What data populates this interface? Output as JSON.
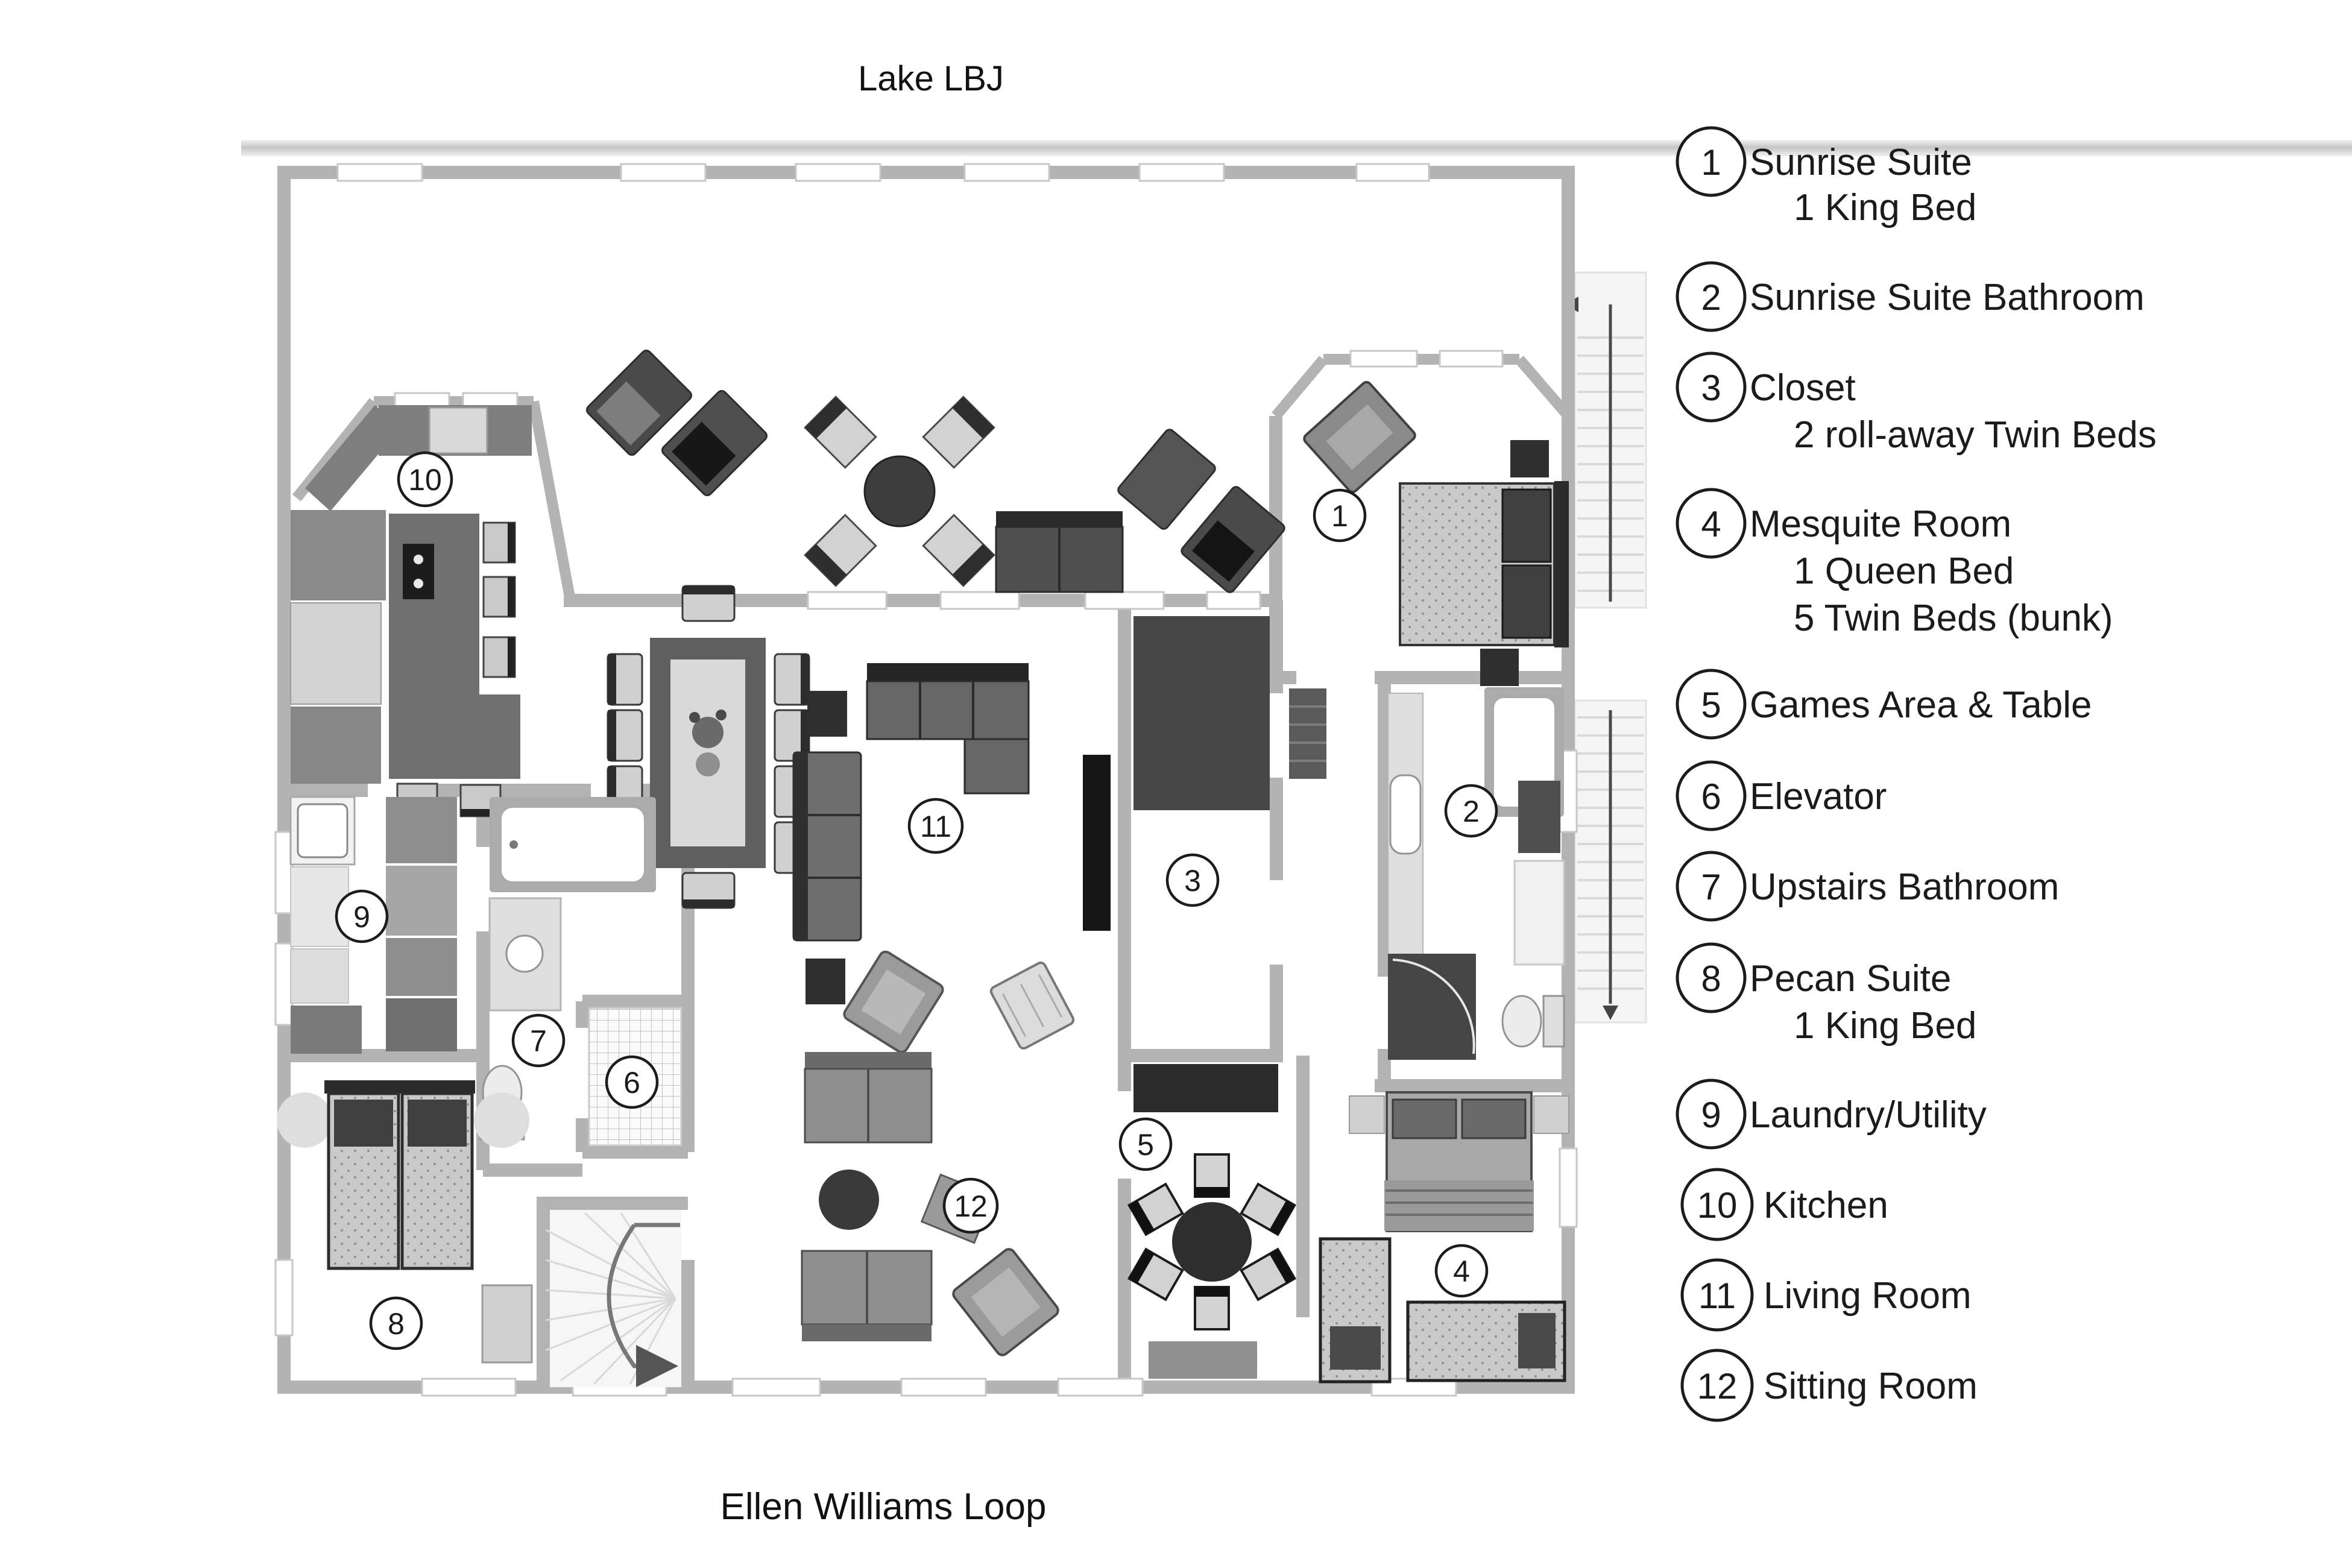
{
  "titles": {
    "top": "Lake LBJ",
    "bottom": "Ellen Williams Loop"
  },
  "legend": {
    "items": [
      {
        "number": "1",
        "label": "Sunrise Suite",
        "sub": [
          "1 King Bed"
        ]
      },
      {
        "number": "2",
        "label": "Sunrise Suite Bathroom",
        "sub": []
      },
      {
        "number": "3",
        "label": "Closet",
        "sub": [
          "2 roll-away Twin Beds"
        ]
      },
      {
        "number": "4",
        "label": "Mesquite Room",
        "sub": [
          "1 Queen Bed",
          "5 Twin Beds (bunk)"
        ]
      },
      {
        "number": "5",
        "label": "Games Area & Table",
        "sub": []
      },
      {
        "number": "6",
        "label": "Elevator",
        "sub": []
      },
      {
        "number": "7",
        "label": "Upstairs Bathroom",
        "sub": []
      },
      {
        "number": "8",
        "label": "Pecan Suite",
        "sub": [
          "1 King Bed"
        ]
      },
      {
        "number": "9",
        "label": "Laundry/Utility",
        "sub": []
      },
      {
        "number": "10",
        "label": "Kitchen",
        "sub": []
      },
      {
        "number": "11",
        "label": "Living Room",
        "sub": []
      },
      {
        "number": "12",
        "label": "Sitting Room",
        "sub": []
      }
    ]
  },
  "plan": {
    "markers": [
      {
        "number": "1"
      },
      {
        "number": "2"
      },
      {
        "number": "3"
      },
      {
        "number": "4"
      },
      {
        "number": "5"
      },
      {
        "number": "6"
      },
      {
        "number": "7"
      },
      {
        "number": "8"
      },
      {
        "number": "9"
      },
      {
        "number": "10"
      },
      {
        "number": "11"
      },
      {
        "number": "12"
      }
    ]
  },
  "colors": {
    "wall": "#b3b3b3",
    "furniture_dark": "#3c3c3c",
    "furniture_mid": "#6f6f6f",
    "furniture_light": "#d0d0d0",
    "carpet": "#474747"
  }
}
